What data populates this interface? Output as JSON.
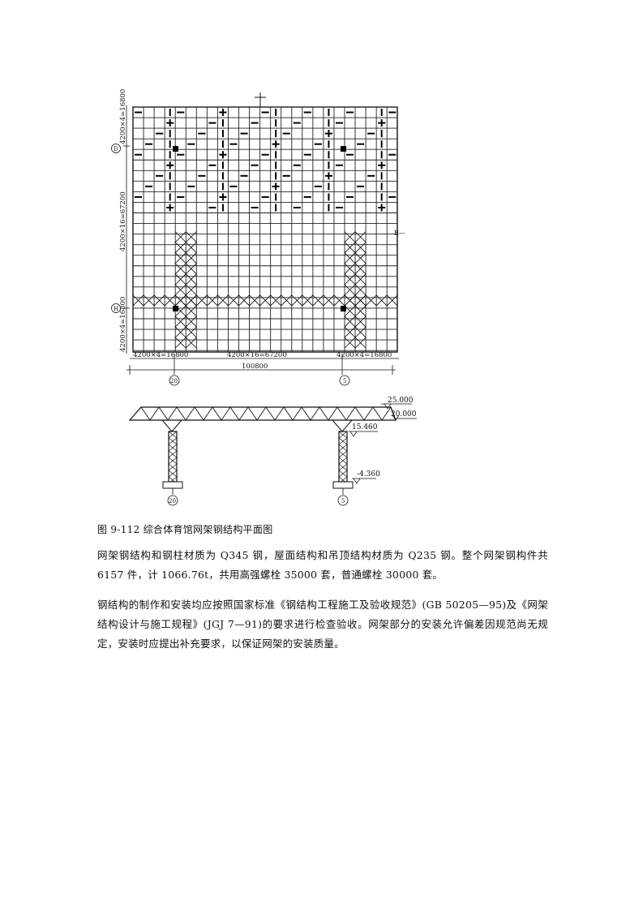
{
  "figure": {
    "caption": "图 9-112   综合体育馆网架钢结构平面图",
    "plan": {
      "dim_top_vertical": "4200×4=16800",
      "dim_middle_vertical": "4200×16=67200",
      "dim_bottom_vertical": "4200×4=16800",
      "dim_left_horizontal": "4200×4=16800",
      "dim_center_horizontal": "4200×16=67200",
      "dim_right_horizontal": "4200×4=16800",
      "dim_total": "100800",
      "axis_D": "D",
      "axis_H": "H",
      "axis_20": "20",
      "axis_5": "5",
      "section_mark": "B—"
    },
    "section": {
      "elev_top": "25.000",
      "elev_mid": "20.000",
      "elev_col": "15.460",
      "elev_bottom": "-4.360",
      "axis_20": "20",
      "axis_5": "5"
    }
  },
  "text": {
    "p1": "网架钢结构和钢柱材质为 Q345 钢，屋面结构和吊顶结构材质为 Q235 钢。整个网架钢构件共 6157 件，计 1066.76t，共用高强螺栓 35000 套，普通螺栓 30000 套。",
    "p2": "钢结构的制作和安装均应按照国家标准《钢结构工程施工及验收规范》(GB   50205—95)及《网架结构设计与施工规程》(JGJ 7—91)的要求进行检查验收。网架部分的安装允许偏差因规范尚无规定，安装时应提出补充要求，以保证网架的安装质量。"
  }
}
